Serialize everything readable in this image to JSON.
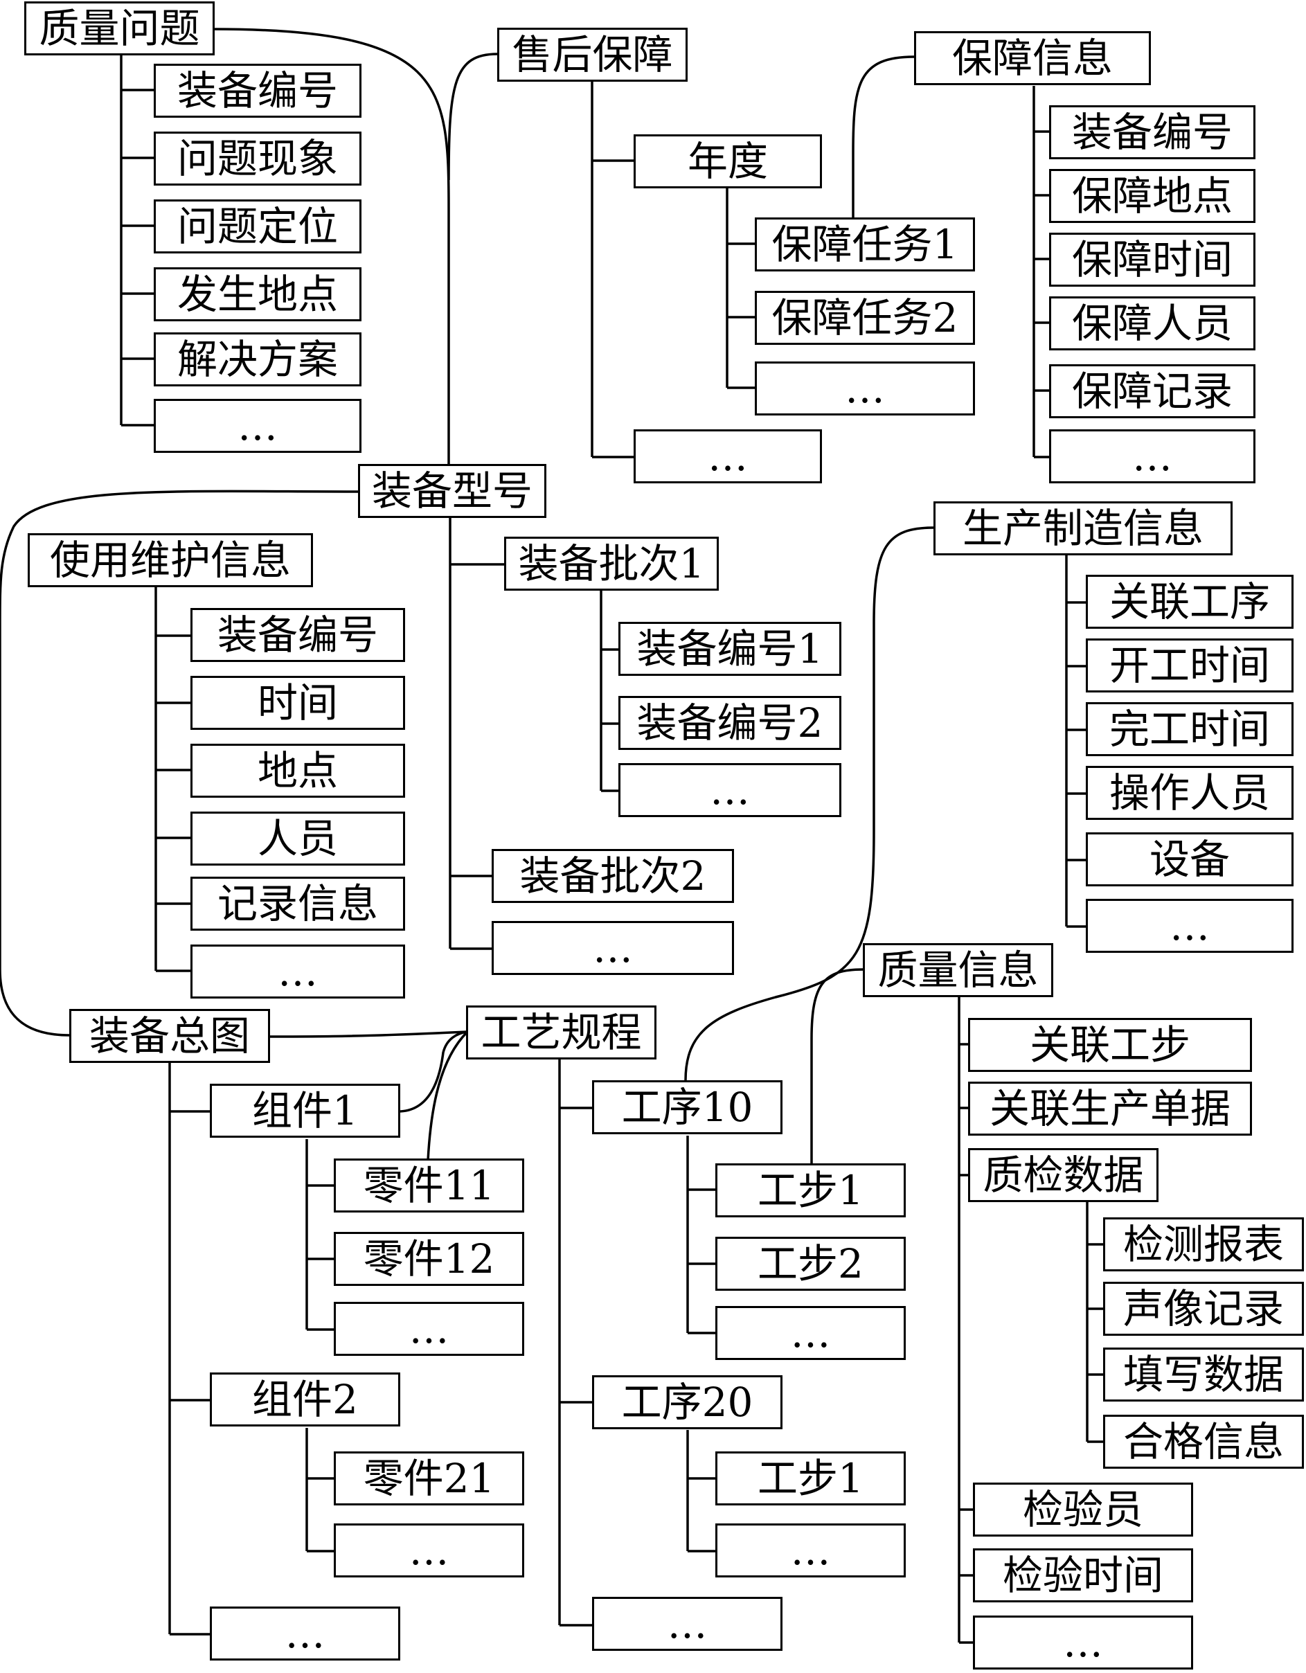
{
  "nodes": {
    "quality_problem": "质量问题",
    "qp_items": [
      "装备编号",
      "问题现象",
      "问题定位",
      "发生地点",
      "解决方案",
      "…"
    ],
    "after_sales": "售后保障",
    "year": "年度",
    "after_sales_more": "…",
    "guarantee_task_1": "保障任务1",
    "guarantee_task_2": "保障任务2",
    "guarantee_task_more": "…",
    "guarantee_info": "保障信息",
    "gi_items": [
      "装备编号",
      "保障地点",
      "保障时间",
      "保障人员",
      "保障记录",
      "…"
    ],
    "equipment_model": "装备型号",
    "usage_maintenance": "使用维护信息",
    "um_items": [
      "装备编号",
      "时间",
      "地点",
      "人员",
      "记录信息",
      "…"
    ],
    "batch_1": "装备批次1",
    "batch_1_items": [
      "装备编号1",
      "装备编号2",
      "…"
    ],
    "batch_2": "装备批次2",
    "batch_more": "…",
    "production_info": "生产制造信息",
    "pi_items": [
      "关联工序",
      "开工时间",
      "完工时间",
      "操作人员",
      "设备",
      "…"
    ],
    "assembly_drawing": "装备总图",
    "component_1": "组件1",
    "component_1_parts": [
      "零件11",
      "零件12",
      "…"
    ],
    "component_2": "组件2",
    "component_2_parts": [
      "零件21",
      "…"
    ],
    "components_more": "…",
    "process_spec": "工艺规程",
    "procedure_10": "工序10",
    "procedure_10_steps": [
      "工步1",
      "工步2",
      "…"
    ],
    "procedure_20": "工序20",
    "procedure_20_steps": [
      "工步1",
      "…"
    ],
    "procedures_more": "…",
    "quality_info": "质量信息",
    "qi_items": [
      "关联工步",
      "关联生产单据",
      "质检数据"
    ],
    "inspection_items": [
      "检测报表",
      "声像记录",
      "填写数据",
      "合格信息"
    ],
    "qi_items_2": [
      "检验员",
      "检验时间",
      "…"
    ]
  }
}
